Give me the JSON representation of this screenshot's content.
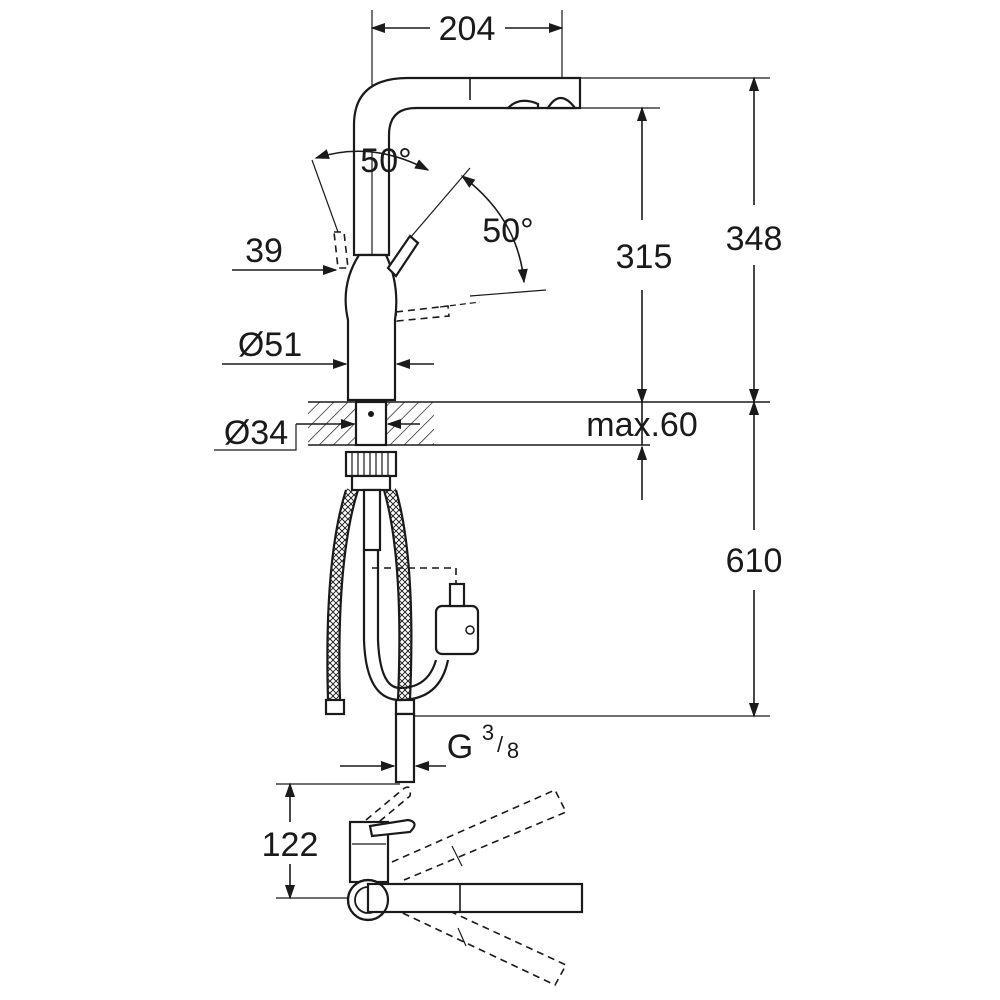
{
  "dimensions": {
    "spout_reach": "204",
    "lever_angle_left": "50°",
    "lever_angle_right": "50°",
    "lever_offset": "39",
    "body_diameter": "Ø51",
    "hole_diameter": "Ø34",
    "spout_height": "315",
    "total_height": "348",
    "max_deck_thickness": "max.60",
    "hose_length": "610",
    "connection_thread": "G",
    "connection_thread_numerator": "3",
    "connection_thread_separator": "/",
    "connection_thread_denominator": "8",
    "lever_clearance": "122"
  }
}
